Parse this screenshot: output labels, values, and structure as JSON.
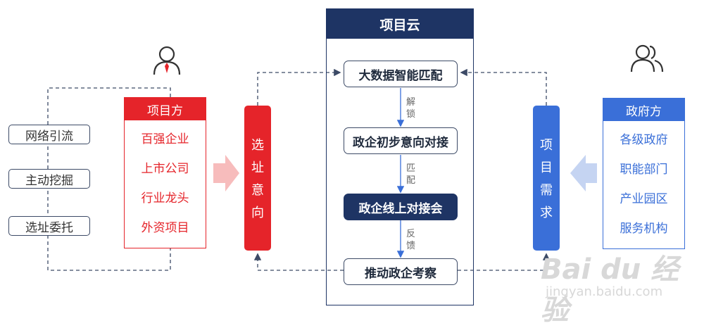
{
  "colors": {
    "red": "#e5242a",
    "blue": "#3a6fd8",
    "navy": "#1e3464",
    "dashed_line": "#3c4a66",
    "arrow_pink": "#f7bcbc",
    "arrow_lightblue": "#c5d4f2"
  },
  "sources": {
    "items": [
      "网络引流",
      "主动挖掘",
      "选址委托"
    ]
  },
  "project_party": {
    "icon": "person-tie-icon",
    "title": "项目方",
    "items": [
      "百强企业",
      "上市公司",
      "行业龙头",
      "外资项目"
    ]
  },
  "site_intent": {
    "chars": [
      "选",
      "址",
      "意",
      "向"
    ]
  },
  "project_cloud": {
    "title": "项目云",
    "steps": [
      "大数据智能匹配",
      "政企初步意向对接",
      "政企线上对接会",
      "推动政企考察"
    ],
    "connectors": [
      {
        "chars": [
          "解",
          "锁"
        ]
      },
      {
        "chars": [
          "匹",
          "配"
        ]
      },
      {
        "chars": [
          "反",
          "馈"
        ]
      }
    ]
  },
  "project_demand": {
    "chars": [
      "项",
      "目",
      "需",
      "求"
    ]
  },
  "government_party": {
    "icon": "group-icon",
    "title": "政府方",
    "items": [
      "各级政府",
      "职能部门",
      "产业园区",
      "服务机构"
    ]
  },
  "watermark": {
    "text": "Bai du 经验",
    "sub": "jingyan.baidu.com"
  }
}
